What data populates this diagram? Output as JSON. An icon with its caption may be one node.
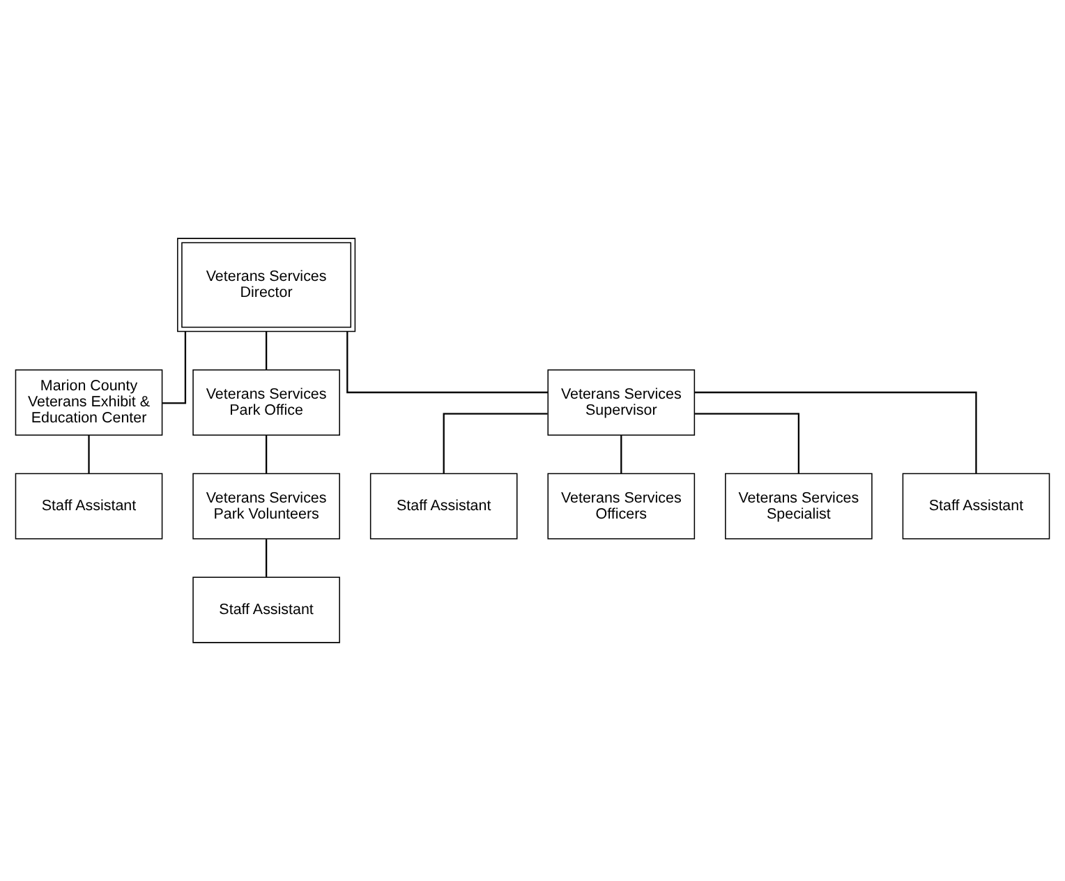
{
  "diagram": {
    "nodes": [
      {
        "text": [
          "Veterans Services Director"
        ]
      },
      {
        "text": [
          "Marion County Veterans Exhibit & Education Center"
        ]
      },
      {
        "text": [
          "Veterans Services Park Office"
        ]
      },
      {
        "text": [
          "Staff Assistant"
        ]
      },
      {
        "text": [
          "Veterans Services Supervisor"
        ]
      },
      {
        "text": [
          "Veterans Services Park Volunteers"
        ]
      },
      {
        "text": [
          "Staff Assistant"
        ]
      },
      {
        "text": [
          "Staff Assistant"
        ]
      },
      {
        "text": [
          "Veterans Services Officers"
        ]
      },
      {
        "text": [
          "Veterans Services Specialist"
        ]
      },
      {
        "text": [
          "Staff Assistant"
        ]
      }
    ],
    "edges": [
      {
        "from": 0,
        "to": 1,
        "arrow": "none"
      },
      {
        "from": 0,
        "to": 2,
        "arrow": "none"
      },
      {
        "from": 0,
        "to": 4,
        "arrow": "none"
      },
      {
        "from": 1,
        "to": 3,
        "arrow": "none"
      },
      {
        "from": 2,
        "to": 5,
        "arrow": "none"
      },
      {
        "from": 5,
        "to": 7,
        "arrow": "none"
      },
      {
        "from": 4,
        "to": 6,
        "arrow": "none"
      },
      {
        "from": 4,
        "to": 8,
        "arrow": "none"
      },
      {
        "from": 4,
        "to": 9,
        "arrow": "none"
      },
      {
        "from": 4,
        "to": 10,
        "arrow": "none"
      }
    ]
  }
}
